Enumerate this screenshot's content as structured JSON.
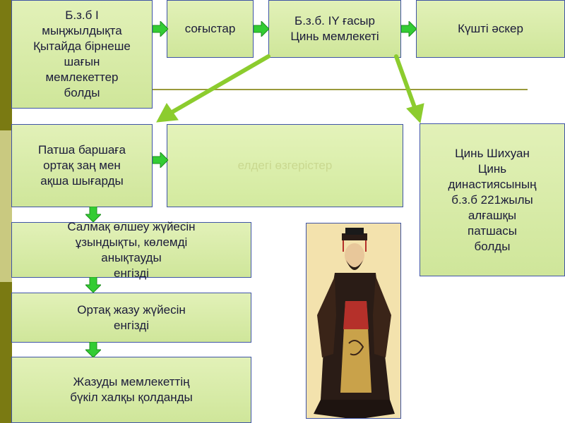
{
  "boxes": {
    "b1": "Б.з.б I\nмыңжылдықта\nҚытайда бірнеше\nшағын\nмемлекеттер\nболды",
    "b2": "соғыстар",
    "b3": "Б.з.б. IY ғасыр\nЦинь мемлекеті",
    "b4": "Күшті әскер",
    "b5": "Патша баршаға\nортақ заң мен\nақша шығарды",
    "b6": "елдегі өзгерістер",
    "b7": "Цинь Шихуан\nЦинь\nдинастиясының\nб.з.б 221жылы\nалғашқы\nпатшасы\nболды",
    "b8": "Салмақ өлшеу жүйесін\nұзындықты, көлемді\nанықтауды\nенгізді",
    "b9": "Ортақ жазу жүйесін\nенгізді",
    "b10": "Жазуды мемлекеттің\nбүкіл халқы қолданды"
  },
  "colors": {
    "box_fill": "#d6eba6",
    "box_border": "#3f54a6",
    "arrow": "#33cc33",
    "sidebar": "#7a7a12"
  }
}
